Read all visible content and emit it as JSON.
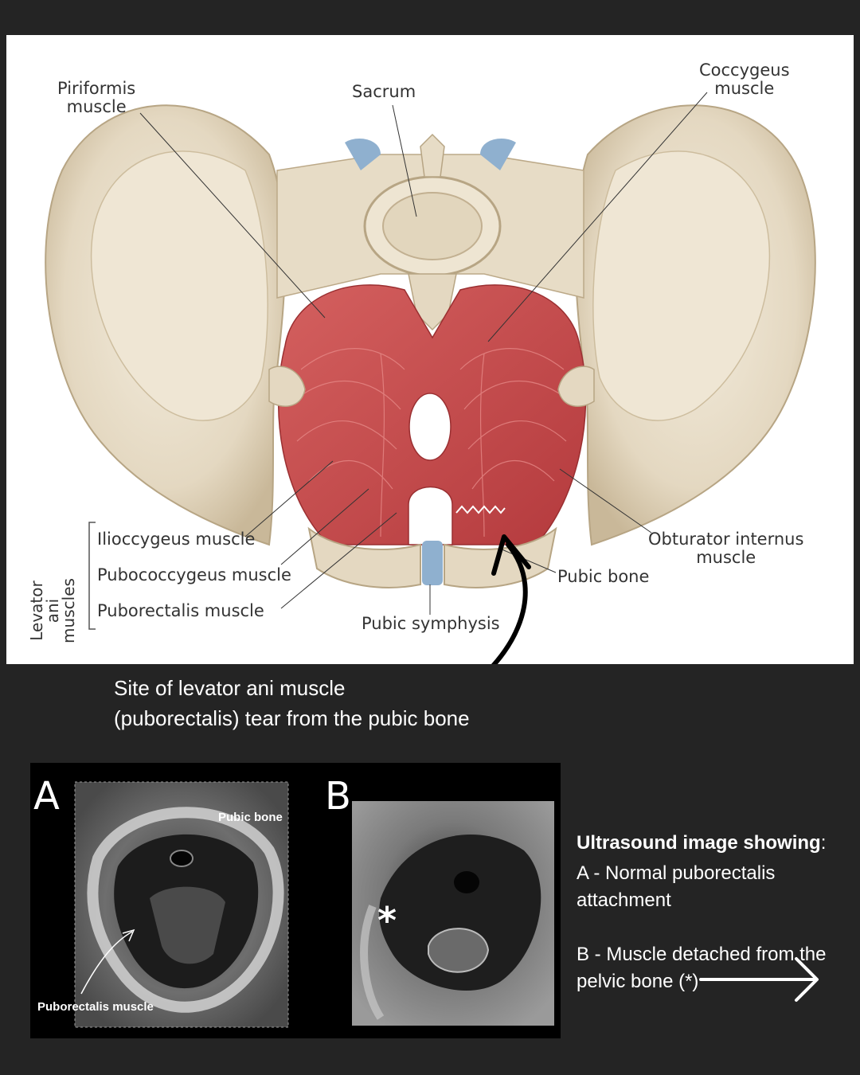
{
  "diagram": {
    "labels": {
      "piriformis": "Piriformis\nmuscle",
      "sacrum": "Sacrum",
      "coccygeus": "Coccygeus\nmuscle",
      "obturator": "Obturator internus\nmuscle",
      "pubic_bone": "Pubic bone",
      "pubic_symphysis": "Pubic symphysis",
      "iliococcygeus": "Ilioccygeus muscle",
      "pubococcygeus": "Pubococcygeus muscle",
      "puborectalis": "Puborectalis muscle",
      "levator_group": "Levator ani muscles"
    },
    "colors": {
      "bone": "#e9dfcc",
      "muscle": "#c94a4a",
      "cartilage": "#8fb0cf"
    }
  },
  "caption": {
    "line1": "Site of levator ani muscle",
    "line2": "(puborectalis) tear from the pubic bone"
  },
  "ultrasound": {
    "panel_a_letter": "A",
    "panel_b_letter": "B",
    "pubic_bone_tag": "Pubic bone",
    "puborectalis_tag": "Puborectalis muscle",
    "asterisk": "*"
  },
  "info": {
    "title": "Ultrasound image showing",
    "title_suffix": ":",
    "a_line": "A - Normal puborectalis attachment",
    "b_line": "B - Muscle detached from the pelvic bone (*)"
  },
  "icons": {
    "next": "arrow-right-icon"
  }
}
